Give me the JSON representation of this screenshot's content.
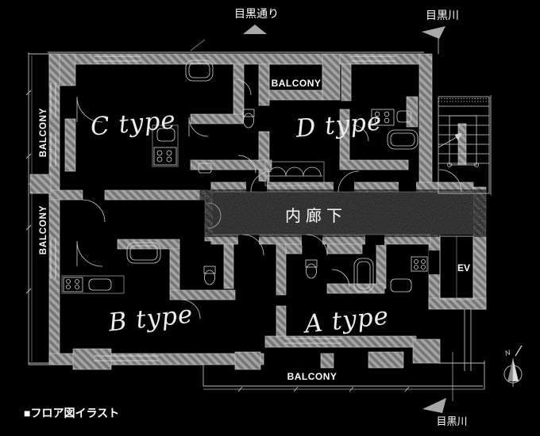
{
  "colors": {
    "bg": "#000000",
    "line": "#d6d6d6",
    "wall_base": "#909090",
    "wall_hatch_dark": "#676767",
    "wall_hatch_light": "#bcbcbc",
    "corridor_fill": "#4e4e4e",
    "arrow": "#a8a8a8",
    "text": "#ffffff"
  },
  "outside": {
    "road_top": "目黒通り",
    "river_top": "目黒川",
    "river_bottom": "目黒川"
  },
  "caption": "■フロア図イラスト",
  "plan": {
    "corridor_label": "内廊下",
    "ev_label": "EV",
    "compass_n": "N",
    "balcony": {
      "left_upper": "BALCONY",
      "left_lower": "BALCONY",
      "top": "BALCONY",
      "bottom": "BALCONY"
    },
    "units": {
      "a": "A type",
      "b": "B type",
      "c": "C type",
      "d": "D type"
    }
  }
}
